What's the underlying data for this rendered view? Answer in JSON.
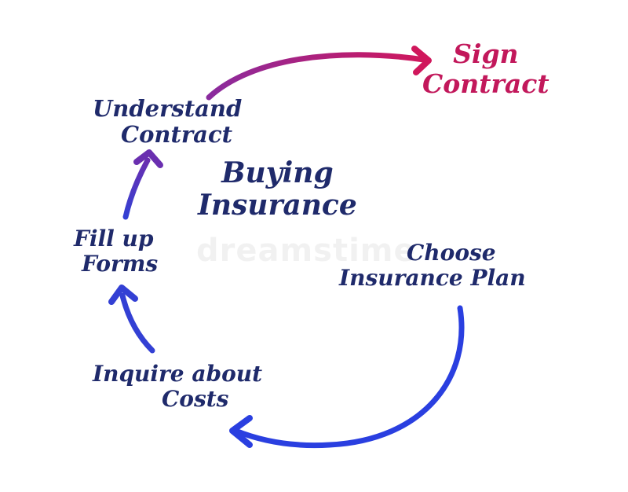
{
  "diagram": {
    "center": {
      "line1": "Buying",
      "line2": "Insurance"
    },
    "steps": {
      "choose": {
        "line1": "Choose",
        "line2": "Insurance Plan"
      },
      "inquire": {
        "line1": "Inquire about",
        "line2": "Costs"
      },
      "fill": {
        "line1": "Fill up",
        "line2": "Forms"
      },
      "understand": {
        "line1": "Understand",
        "line2": "Contract"
      },
      "sign": {
        "line1": "Sign",
        "line2": "Contract"
      }
    },
    "watermark": "dreamstime"
  },
  "colors": {
    "text": "#1f2a6b",
    "sign_text": "#c2185b",
    "arrow_blue": "#2a3fe0",
    "arrow_blue2": "#3b44d6",
    "arrow_purple": "#5b2fb5",
    "arrow_magenta": "#c2185b"
  }
}
